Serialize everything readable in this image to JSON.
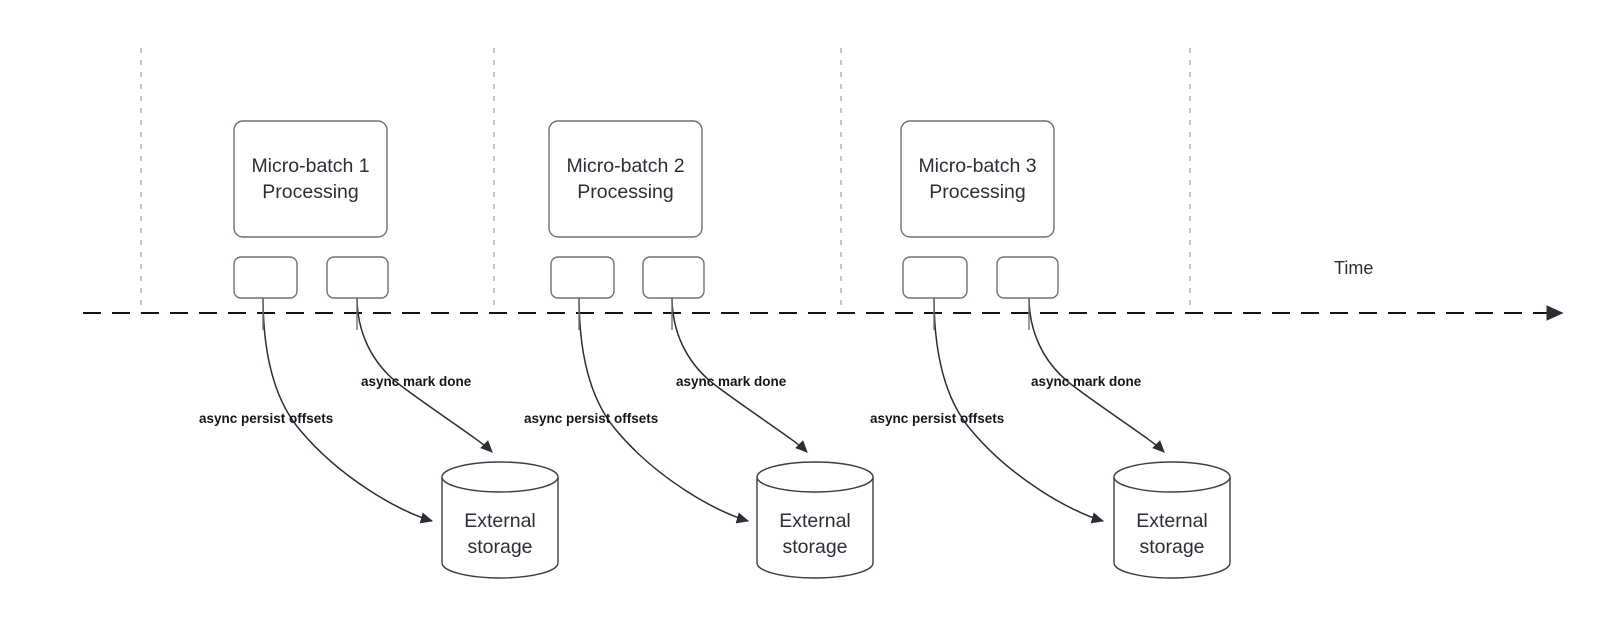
{
  "diagram": {
    "title": "Micro-batch asynchronous offset commit timeline",
    "type": "timeline-flow-diagram",
    "colors": {
      "background": "#ffffff",
      "box_stroke": "#6e7179",
      "cylinder_stroke": "#3a3f47",
      "arrow_stroke": "#2a2e35",
      "tick_stroke": "#b4b6ba",
      "timeline_stroke": "#101418",
      "text": "#2b2f36",
      "edge_label_text": "#12161c"
    },
    "axis": {
      "label": "Time",
      "direction": "left-to-right",
      "style": "dashed with arrowhead"
    },
    "tick_count": 4,
    "groups": [
      {
        "id": "group-1",
        "batch_label_line1": "Micro-batch 1",
        "batch_label_line2": "Processing",
        "task_boxes": [
          "",
          ""
        ],
        "storage_label_line1": "External",
        "storage_label_line2": "storage",
        "edges": [
          {
            "id": "persist-1",
            "label": "async persist offsets",
            "from": "task-box-left",
            "to": "external-storage-side"
          },
          {
            "id": "mark-1",
            "label": "async mark done",
            "from": "task-box-right",
            "to": "external-storage-top"
          }
        ]
      },
      {
        "id": "group-2",
        "batch_label_line1": "Micro-batch 2",
        "batch_label_line2": "Processing",
        "task_boxes": [
          "",
          ""
        ],
        "storage_label_line1": "External",
        "storage_label_line2": "storage",
        "edges": [
          {
            "id": "persist-2",
            "label": "async persist offsets",
            "from": "task-box-left",
            "to": "external-storage-side"
          },
          {
            "id": "mark-2",
            "label": "async mark done",
            "from": "task-box-right",
            "to": "external-storage-top"
          }
        ]
      },
      {
        "id": "group-3",
        "batch_label_line1": "Micro-batch 3",
        "batch_label_line2": "Processing",
        "task_boxes": [
          "",
          ""
        ],
        "storage_label_line1": "External",
        "storage_label_line2": "storage",
        "edges": [
          {
            "id": "persist-3",
            "label": "async persist offsets",
            "from": "task-box-left",
            "to": "external-storage-side"
          },
          {
            "id": "mark-3",
            "label": "async mark done",
            "from": "task-box-right",
            "to": "external-storage-top"
          }
        ]
      }
    ]
  }
}
